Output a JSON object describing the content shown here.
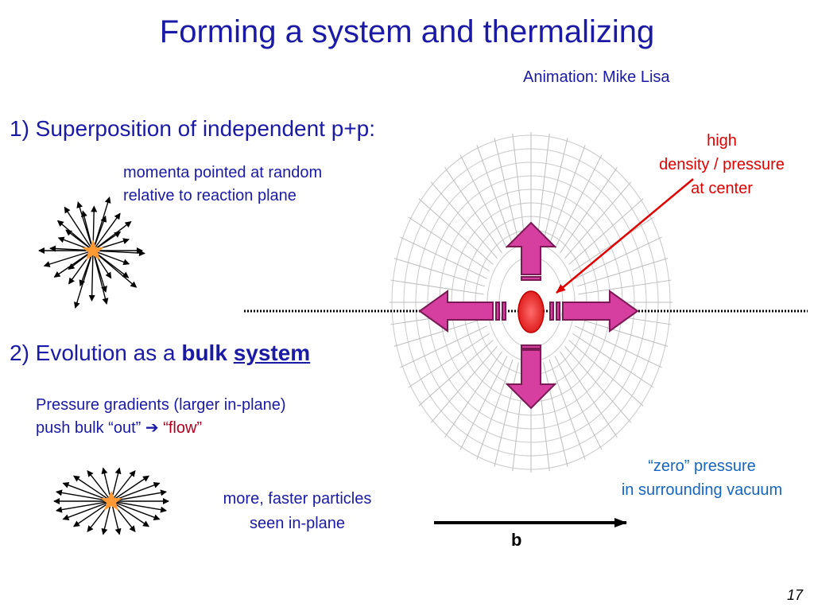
{
  "slide": {
    "title": "Forming a system and thermalizing",
    "credit": "Animation: Mike Lisa",
    "page_number": "17"
  },
  "section1": {
    "heading": "1) Superposition of independent p+p:",
    "desc_line1": "momenta pointed at random",
    "desc_line2": "relative to reaction plane"
  },
  "section2": {
    "heading_prefix": "2) Evolution as a ",
    "heading_bold": "bulk",
    "heading_underlined": "system",
    "desc_line1": "Pressure gradients (larger in-plane)",
    "desc_line2_prefix": "push bulk “out” ",
    "desc_arrow": "➔",
    "desc_flow": "“flow”",
    "particles_line1": "more, faster particles",
    "particles_line2": "seen in-plane"
  },
  "annotations": {
    "high_line1": "high",
    "high_line2": "density / pressure",
    "high_line3": "at center",
    "zero_line1": "“zero” pressure",
    "zero_line2": "in surrounding vacuum",
    "impact_parameter": "b"
  },
  "colors": {
    "title_blue": "#1a1aa6",
    "red": "#e00000",
    "flow_red": "#b00020",
    "annotation_blue": "#1565c0",
    "arrow_magenta": "#d63fa0",
    "burst_orange": "#ff9933"
  },
  "icons": [
    "random-momenta-burst-icon",
    "in-plane-burst-icon",
    "pressure-arrows-icon"
  ]
}
